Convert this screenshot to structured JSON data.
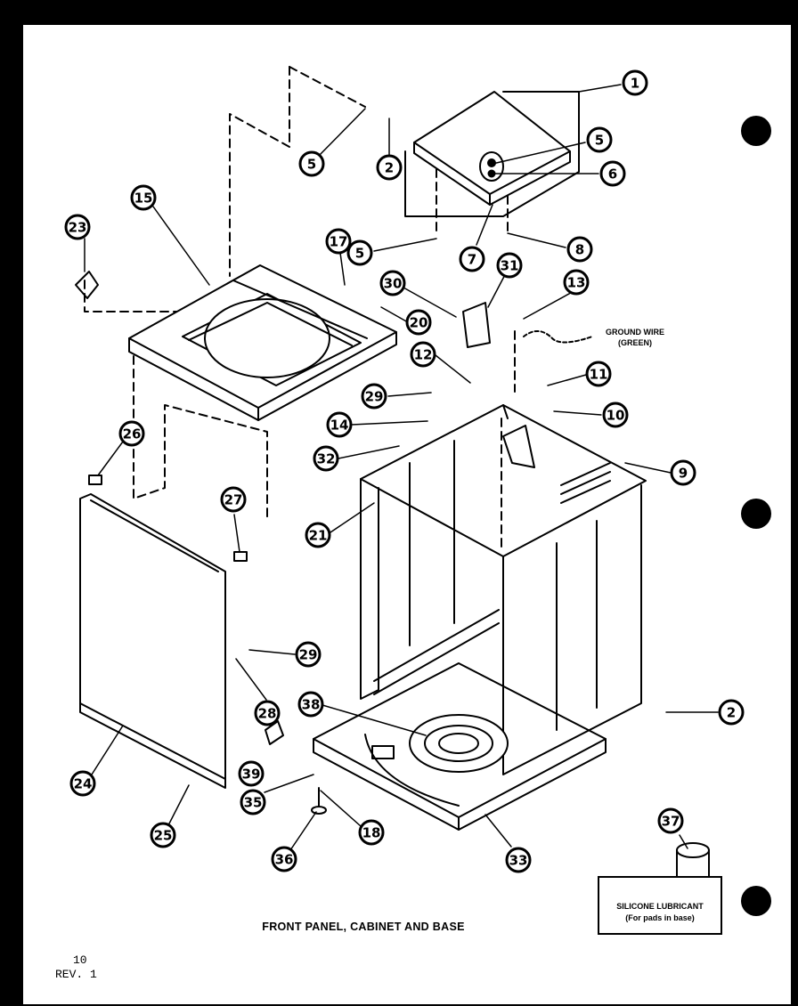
{
  "title": "FRONT PANEL, CABINET AND BASE",
  "page_number": "10",
  "revision": "REV. 1",
  "ground_wire": {
    "line1": "GROUND WIRE",
    "line2": "(GREEN)"
  },
  "lubricant_note": {
    "line1": "SILICONE LUBRICANT",
    "line2": "(For pads in base)"
  },
  "callouts": [
    {
      "id": "c1",
      "label": "1"
    },
    {
      "id": "c5a",
      "label": "5"
    },
    {
      "id": "c6",
      "label": "6"
    },
    {
      "id": "c5b",
      "label": "5"
    },
    {
      "id": "c2a",
      "label": "2"
    },
    {
      "id": "c5c",
      "label": "5"
    },
    {
      "id": "c7",
      "label": "7"
    },
    {
      "id": "c8",
      "label": "8"
    },
    {
      "id": "c15",
      "label": "15"
    },
    {
      "id": "c23",
      "label": "23"
    },
    {
      "id": "c17",
      "label": "17"
    },
    {
      "id": "c30",
      "label": "30"
    },
    {
      "id": "c31",
      "label": "31"
    },
    {
      "id": "c13",
      "label": "13"
    },
    {
      "id": "c20",
      "label": "20"
    },
    {
      "id": "c12",
      "label": "12"
    },
    {
      "id": "c11",
      "label": "11"
    },
    {
      "id": "c29a",
      "label": "29"
    },
    {
      "id": "c10",
      "label": "10"
    },
    {
      "id": "c14",
      "label": "14"
    },
    {
      "id": "c26",
      "label": "26"
    },
    {
      "id": "c32",
      "label": "32"
    },
    {
      "id": "c9",
      "label": "9"
    },
    {
      "id": "c27",
      "label": "27"
    },
    {
      "id": "c21",
      "label": "21"
    },
    {
      "id": "c29b",
      "label": "29"
    },
    {
      "id": "c28",
      "label": "28"
    },
    {
      "id": "c2b",
      "label": "2"
    },
    {
      "id": "c38",
      "label": "38"
    },
    {
      "id": "c24",
      "label": "24"
    },
    {
      "id": "c39",
      "label": "39"
    },
    {
      "id": "c35",
      "label": "35"
    },
    {
      "id": "c18",
      "label": "18"
    },
    {
      "id": "c25",
      "label": "25"
    },
    {
      "id": "c36",
      "label": "36"
    },
    {
      "id": "c33",
      "label": "33"
    },
    {
      "id": "c37",
      "label": "37"
    }
  ]
}
